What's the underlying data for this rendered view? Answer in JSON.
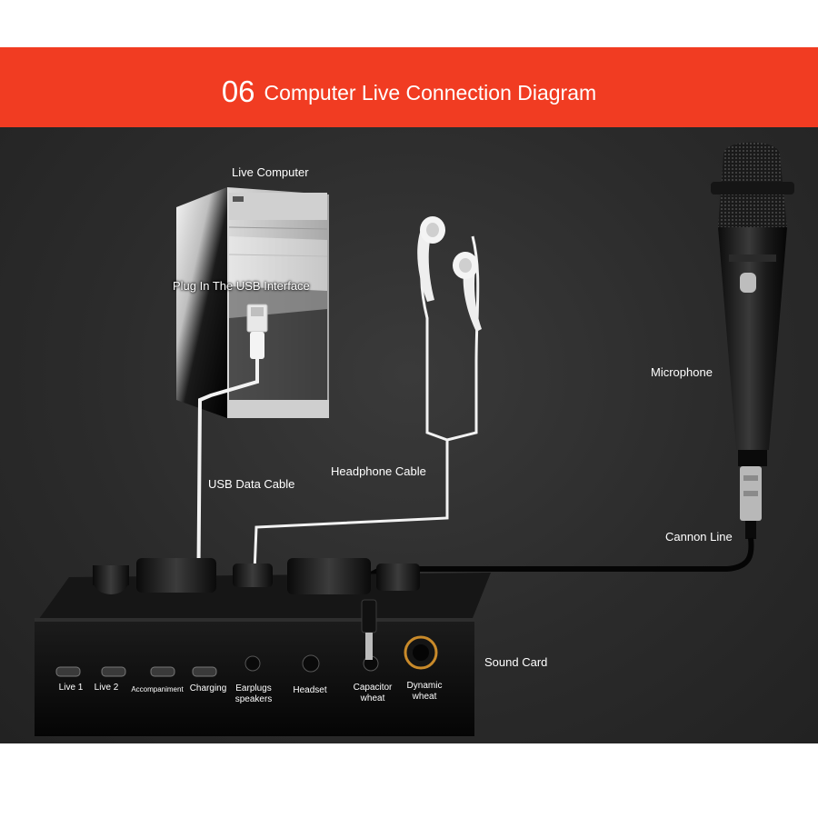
{
  "header": {
    "number": "06",
    "title": "Computer Live Connection Diagram"
  },
  "labels": {
    "live_computer": "Live Computer",
    "plug_usb": "Plug In The USB Interface",
    "usb_cable": "USB Data Cable",
    "headphone_cable": "Headphone Cable",
    "microphone": "Microphone",
    "cannon_line": "Cannon Line",
    "sound_card": "Sound Card"
  },
  "ports": [
    {
      "label": "Live 1"
    },
    {
      "label": "Live 2"
    },
    {
      "label": "Accompaniment"
    },
    {
      "label": "Charging"
    },
    {
      "label": "Earplugs speakers"
    },
    {
      "label": "Headset"
    },
    {
      "label": "Capacitor wheat"
    },
    {
      "label": "Dynamic wheat"
    }
  ],
  "colors": {
    "banner": "#f13c22",
    "background": "#2b2b2b",
    "cable_white": "#f2f2f2",
    "cable_black": "#0a0a0a"
  }
}
